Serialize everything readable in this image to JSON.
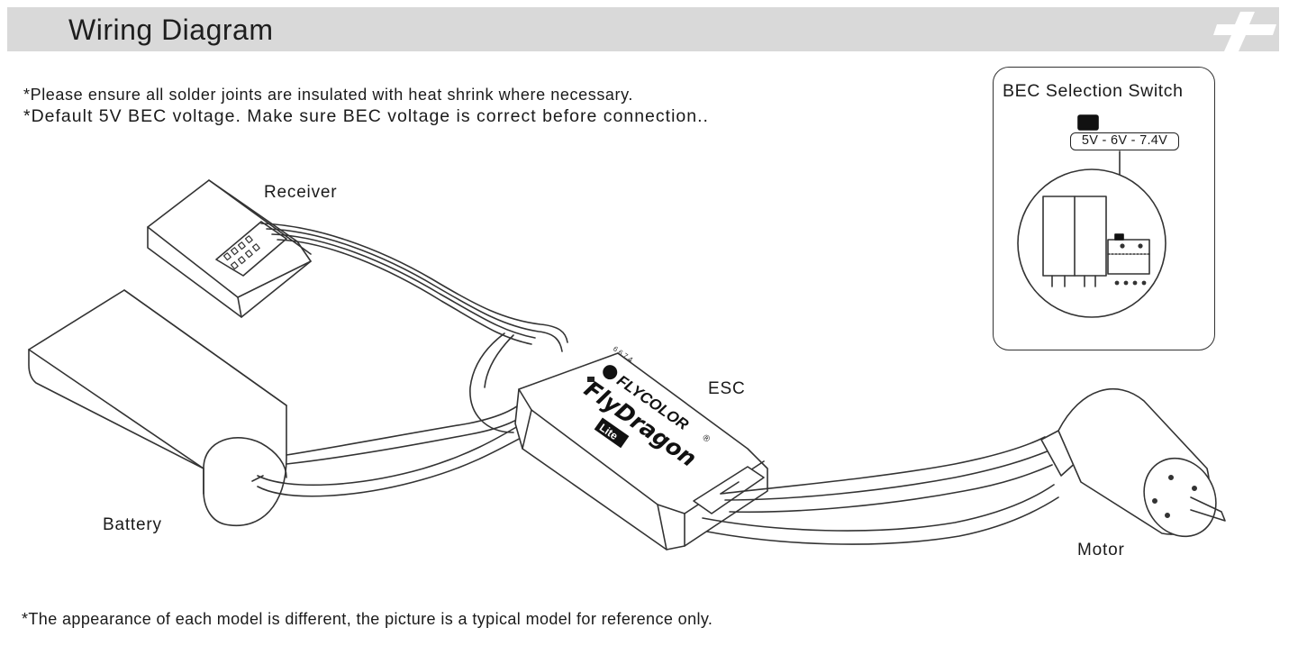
{
  "header": {
    "title": "Wiring Diagram"
  },
  "notes": {
    "insulation": "*Please ensure all solder joints are insulated with heat shrink where necessary.",
    "bec_default": "*Default 5V BEC voltage. Make sure BEC voltage is correct before connection..",
    "disclaimer": "*The appearance of each model is different, the picture is a typical model for reference only."
  },
  "components": {
    "receiver": "Receiver",
    "esc": "ESC",
    "battery": "Battery",
    "motor": "Motor"
  },
  "esc_branding": {
    "brand": "FLYCOLOR",
    "registered": "®",
    "model": "FlyDragon",
    "variant": "Lite",
    "switch_mark": "6 6 7.4"
  },
  "bec_panel": {
    "title": "BEC Selection Switch",
    "options_label": "5V - 6V - 7.4V"
  },
  "colors": {
    "header_bg": "#d9d9d9",
    "line": "#333333",
    "background": "#ffffff"
  }
}
